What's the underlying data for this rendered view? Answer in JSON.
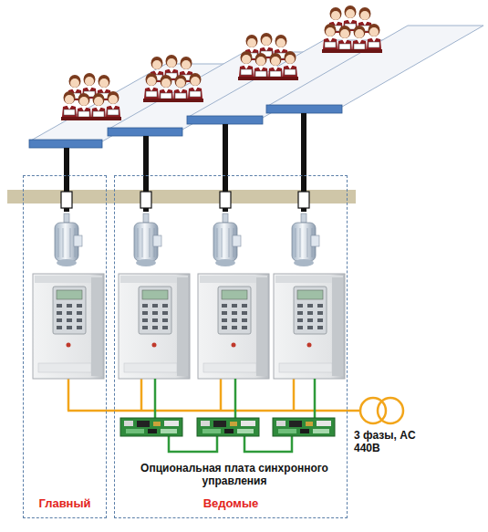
{
  "diagram": {
    "nodes": [
      {
        "text": [
          "Главный"
        ]
      },
      {
        "text": [
          "Ведомые"
        ]
      }
    ],
    "labels": [
      "Опциональная плата синхронного управления",
      "3 фазы, AC 440В"
    ]
  }
}
